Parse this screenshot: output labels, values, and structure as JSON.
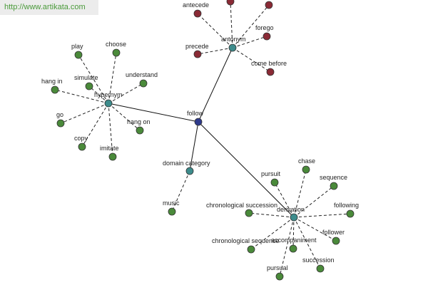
{
  "url": "http://www.artikata.com",
  "colors": {
    "center": "#2e3a8c",
    "hub": "#3d8c8c",
    "leaf_green": "#4a8a3a",
    "leaf_red": "#8a2a35"
  },
  "center": {
    "label": "follow"
  },
  "groups": [
    {
      "key": "antonym",
      "label": "antonym",
      "leaf_color": "leaf_red",
      "leaves": [
        "antecede",
        "",
        "",
        "forego",
        "precede",
        "come before"
      ]
    },
    {
      "key": "hypernym",
      "label": "hypernym",
      "leaf_color": "leaf_green",
      "leaves": [
        "play",
        "choose",
        "simulate",
        "understand",
        "hang in",
        "go",
        "hang on",
        "copy",
        "imitate"
      ]
    },
    {
      "key": "domain-category",
      "label": "domain category",
      "leaf_color": "leaf_green",
      "leaves": [
        "music"
      ]
    },
    {
      "key": "derivation",
      "label": "derivation",
      "leaf_color": "leaf_green",
      "leaves": [
        "chase",
        "pursuit",
        "sequence",
        "following",
        "chronological succession",
        "follower",
        "chronological sequence",
        "accompaniment",
        "succession",
        "pursual"
      ]
    }
  ]
}
